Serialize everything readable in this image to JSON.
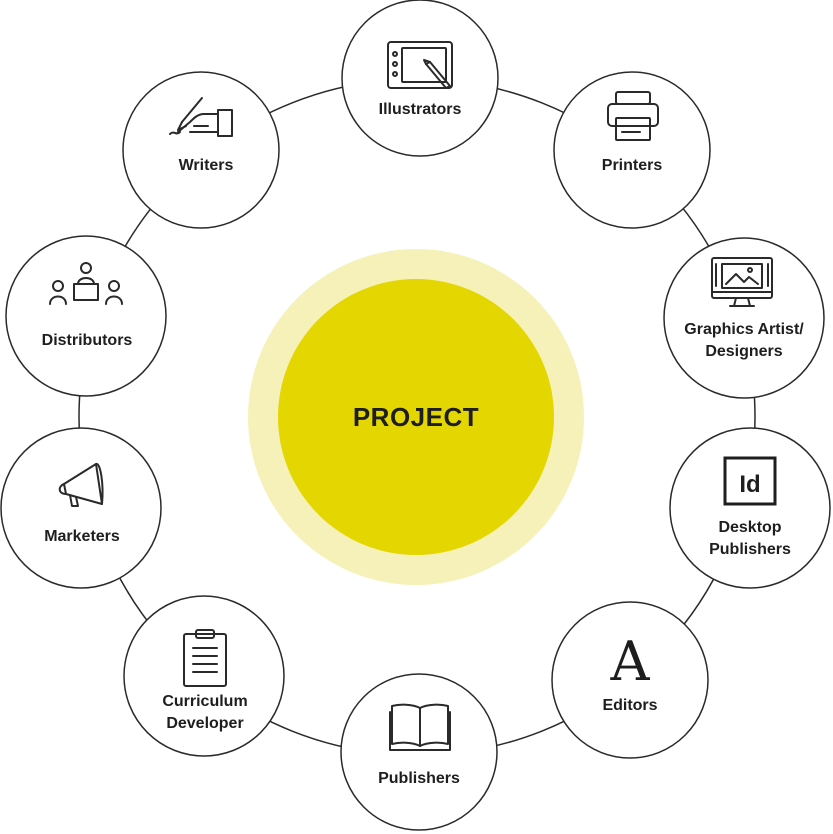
{
  "center": {
    "label": "PROJECT",
    "inner_color": "#e4d600",
    "halo_color": "#f6f1b8"
  },
  "ring_color": "#2a2a2a",
  "nodes": [
    {
      "id": "illustrators",
      "label_lines": [
        "Illustrators"
      ],
      "icon": "drawing-tablet-icon"
    },
    {
      "id": "printers",
      "label_lines": [
        "Printers"
      ],
      "icon": "printer-icon"
    },
    {
      "id": "graphics",
      "label_lines": [
        "Graphics Artist/",
        "Designers"
      ],
      "icon": "monitor-design-icon"
    },
    {
      "id": "desktop",
      "label_lines": [
        "Desktop",
        "Publishers"
      ],
      "icon": "indesign-icon",
      "icon_text": "Id"
    },
    {
      "id": "editors",
      "label_lines": [
        "Editors"
      ],
      "icon": "font-letter-a-icon",
      "icon_text": "A"
    },
    {
      "id": "publishers",
      "label_lines": [
        "Publishers"
      ],
      "icon": "open-book-icon"
    },
    {
      "id": "curriculum",
      "label_lines": [
        "Curriculum",
        "Developer"
      ],
      "icon": "clipboard-icon"
    },
    {
      "id": "marketers",
      "label_lines": [
        "Marketers"
      ],
      "icon": "megaphone-icon"
    },
    {
      "id": "distributors",
      "label_lines": [
        "Distributors"
      ],
      "icon": "meeting-people-icon"
    },
    {
      "id": "writers",
      "label_lines": [
        "Writers"
      ],
      "icon": "hand-writing-icon"
    }
  ]
}
